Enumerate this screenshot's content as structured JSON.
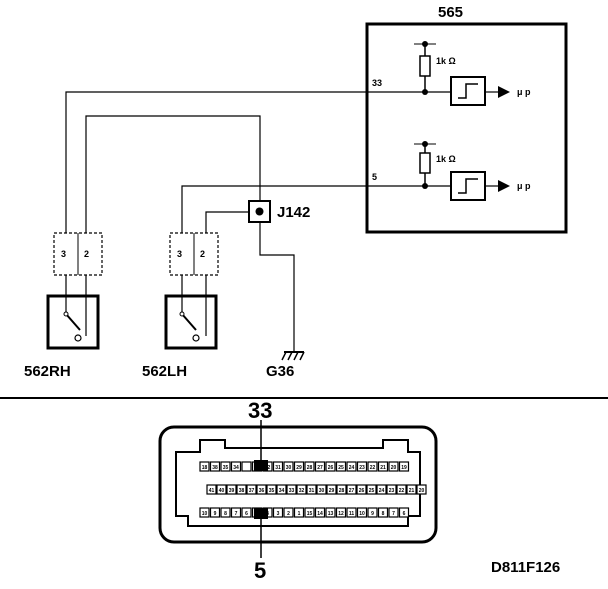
{
  "ecu": {
    "label": "565"
  },
  "ecu_inputs": [
    {
      "pin": "33",
      "resistor": "1k  Ω",
      "output": "μ p"
    },
    {
      "pin": "5",
      "resistor": "1k  Ω",
      "output": "μ p"
    }
  ],
  "junction": {
    "label": "J142"
  },
  "switches": [
    {
      "label": "562RH",
      "pins": [
        "3",
        "2"
      ]
    },
    {
      "label": "562LH",
      "pins": [
        "3",
        "2"
      ]
    }
  ],
  "ground": {
    "label": "G36"
  },
  "connector": {
    "row1": [
      "18",
      "38",
      "35",
      "34",
      "",
      "",
      "32",
      "31",
      "30",
      "29",
      "28",
      "27",
      "26",
      "25",
      "24",
      "23",
      "22",
      "21",
      "20",
      "19"
    ],
    "row2": [
      "41",
      "40",
      "39",
      "38",
      "37",
      "36",
      "35",
      "34",
      "33",
      "32",
      "31",
      "30",
      "29",
      "28",
      "27",
      "26",
      "25",
      "24",
      "23",
      "22",
      "21",
      "20"
    ],
    "row3": [
      "10",
      "9",
      "8",
      "7",
      "6",
      "",
      "4",
      "3",
      "2",
      "1",
      "15",
      "14",
      "13",
      "12",
      "11",
      "10",
      "9",
      "8",
      "7",
      "6"
    ],
    "pin_top": "33",
    "pin_bottom": "5"
  },
  "figure_code": "D811F126"
}
